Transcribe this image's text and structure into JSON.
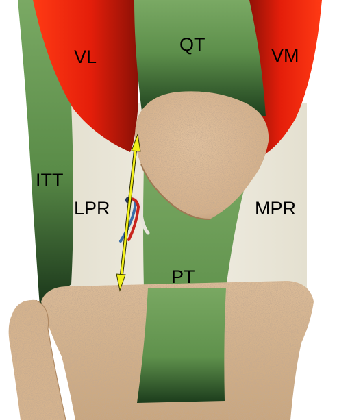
{
  "labels": {
    "vl": "VL",
    "qt": "QT",
    "vm": "VM",
    "itt": "ITT",
    "lpr": "LPR",
    "mpr": "MPR",
    "pt": "PT"
  },
  "colors": {
    "muscle": "#e8200c",
    "muscle_dark": "#7a0d05",
    "tendon": "#6e9f58",
    "tendon_dark": "#1a3a1a",
    "bone": "#dcb896",
    "bone_shadow": "#b8906a",
    "retinaculum": "#ece9dc",
    "arrow": "#f2f018",
    "vessel_red": "#c8241c",
    "vessel_blue": "#3a6ea8",
    "nerve": "#e8e4dc"
  }
}
